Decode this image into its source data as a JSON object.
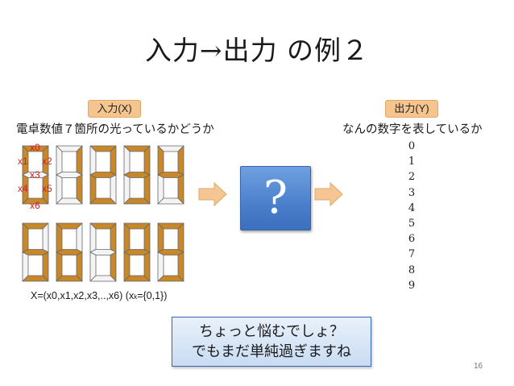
{
  "slide": {
    "title": "入力→出力 の例２",
    "page_number": "16"
  },
  "input": {
    "label": "入力(X)",
    "description": "電卓数値７箇所の光っているかどうか",
    "segment_labels": [
      "x0",
      "x1",
      "x2",
      "x3",
      "x4",
      "x5",
      "x6"
    ],
    "formula_main": "X=(x0,x1,x2,x3,..,x6)",
    "formula_sub_prefix": "(x",
    "formula_sub_index": "k",
    "formula_sub_suffix": "={0,1})"
  },
  "process": {
    "symbol": "?"
  },
  "output": {
    "label": "出力(Y)",
    "description": "なんの数字を表しているか",
    "values": [
      "0",
      "1",
      "2",
      "3",
      "4",
      "5",
      "6",
      "7",
      "8",
      "9"
    ]
  },
  "note": {
    "line1": "ちょっと悩むでしょ？",
    "line2": "でもまだ単純過ぎますね"
  },
  "digits": {
    "lit_color": "#c8882a",
    "unlit_color": "#f4f4f4",
    "patterns": [
      [
        1,
        1,
        1,
        0,
        1,
        1,
        1
      ],
      [
        0,
        0,
        1,
        0,
        0,
        1,
        0
      ],
      [
        1,
        0,
        1,
        1,
        1,
        0,
        1
      ],
      [
        1,
        0,
        1,
        1,
        0,
        1,
        1
      ],
      [
        0,
        1,
        1,
        1,
        0,
        1,
        0
      ],
      [
        1,
        1,
        0,
        1,
        0,
        1,
        1
      ],
      [
        1,
        1,
        0,
        1,
        1,
        1,
        1
      ],
      [
        1,
        0,
        1,
        0,
        0,
        1,
        0
      ],
      [
        1,
        1,
        1,
        1,
        1,
        1,
        1
      ],
      [
        1,
        1,
        1,
        1,
        0,
        1,
        1
      ]
    ]
  },
  "colors": {
    "pill_fill": "#f4c58f",
    "box_blue": "#4a7fcc",
    "arrow_fill": "#f6c692",
    "note_border": "#3b67b0",
    "segment_label": "#d02020"
  }
}
